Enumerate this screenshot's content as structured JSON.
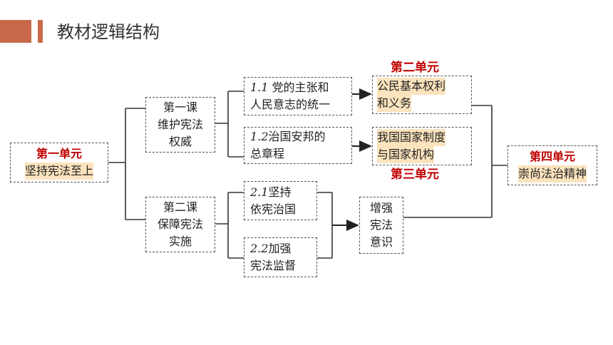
{
  "header": {
    "title": "教材逻辑结构"
  },
  "unit1": {
    "title": "第一单元",
    "subtitle": "坚持宪法至上"
  },
  "lesson1": {
    "line1": "第一课",
    "line2": "维护宪法",
    "line3": "权威"
  },
  "lesson2": {
    "line1": "第二课",
    "line2": "保障宪法",
    "line3": "实施"
  },
  "topic11": {
    "num": "1.1",
    "line1": " 党的主张和",
    "line2": "人民意志的统一"
  },
  "topic12": {
    "num": "1.2",
    "line1": "治国安邦的",
    "line2": "总章程"
  },
  "topic21": {
    "num": "2.1",
    "line1": "坚持",
    "line2": "依宪治国"
  },
  "topic22": {
    "num": "2.2",
    "line1": "加强",
    "line2": "宪法监督"
  },
  "unit2": {
    "title": "第二单元",
    "line1": "公民基本权利",
    "line2": "和义务"
  },
  "unit3": {
    "title": "第三单元",
    "line1": "我国国家制度",
    "line2": "与国家机构"
  },
  "awareness": {
    "line1": "增强",
    "line2": "宪法",
    "line3": "意识"
  },
  "unit4": {
    "title": "第四单元",
    "subtitle": "崇尚法治精神"
  }
}
